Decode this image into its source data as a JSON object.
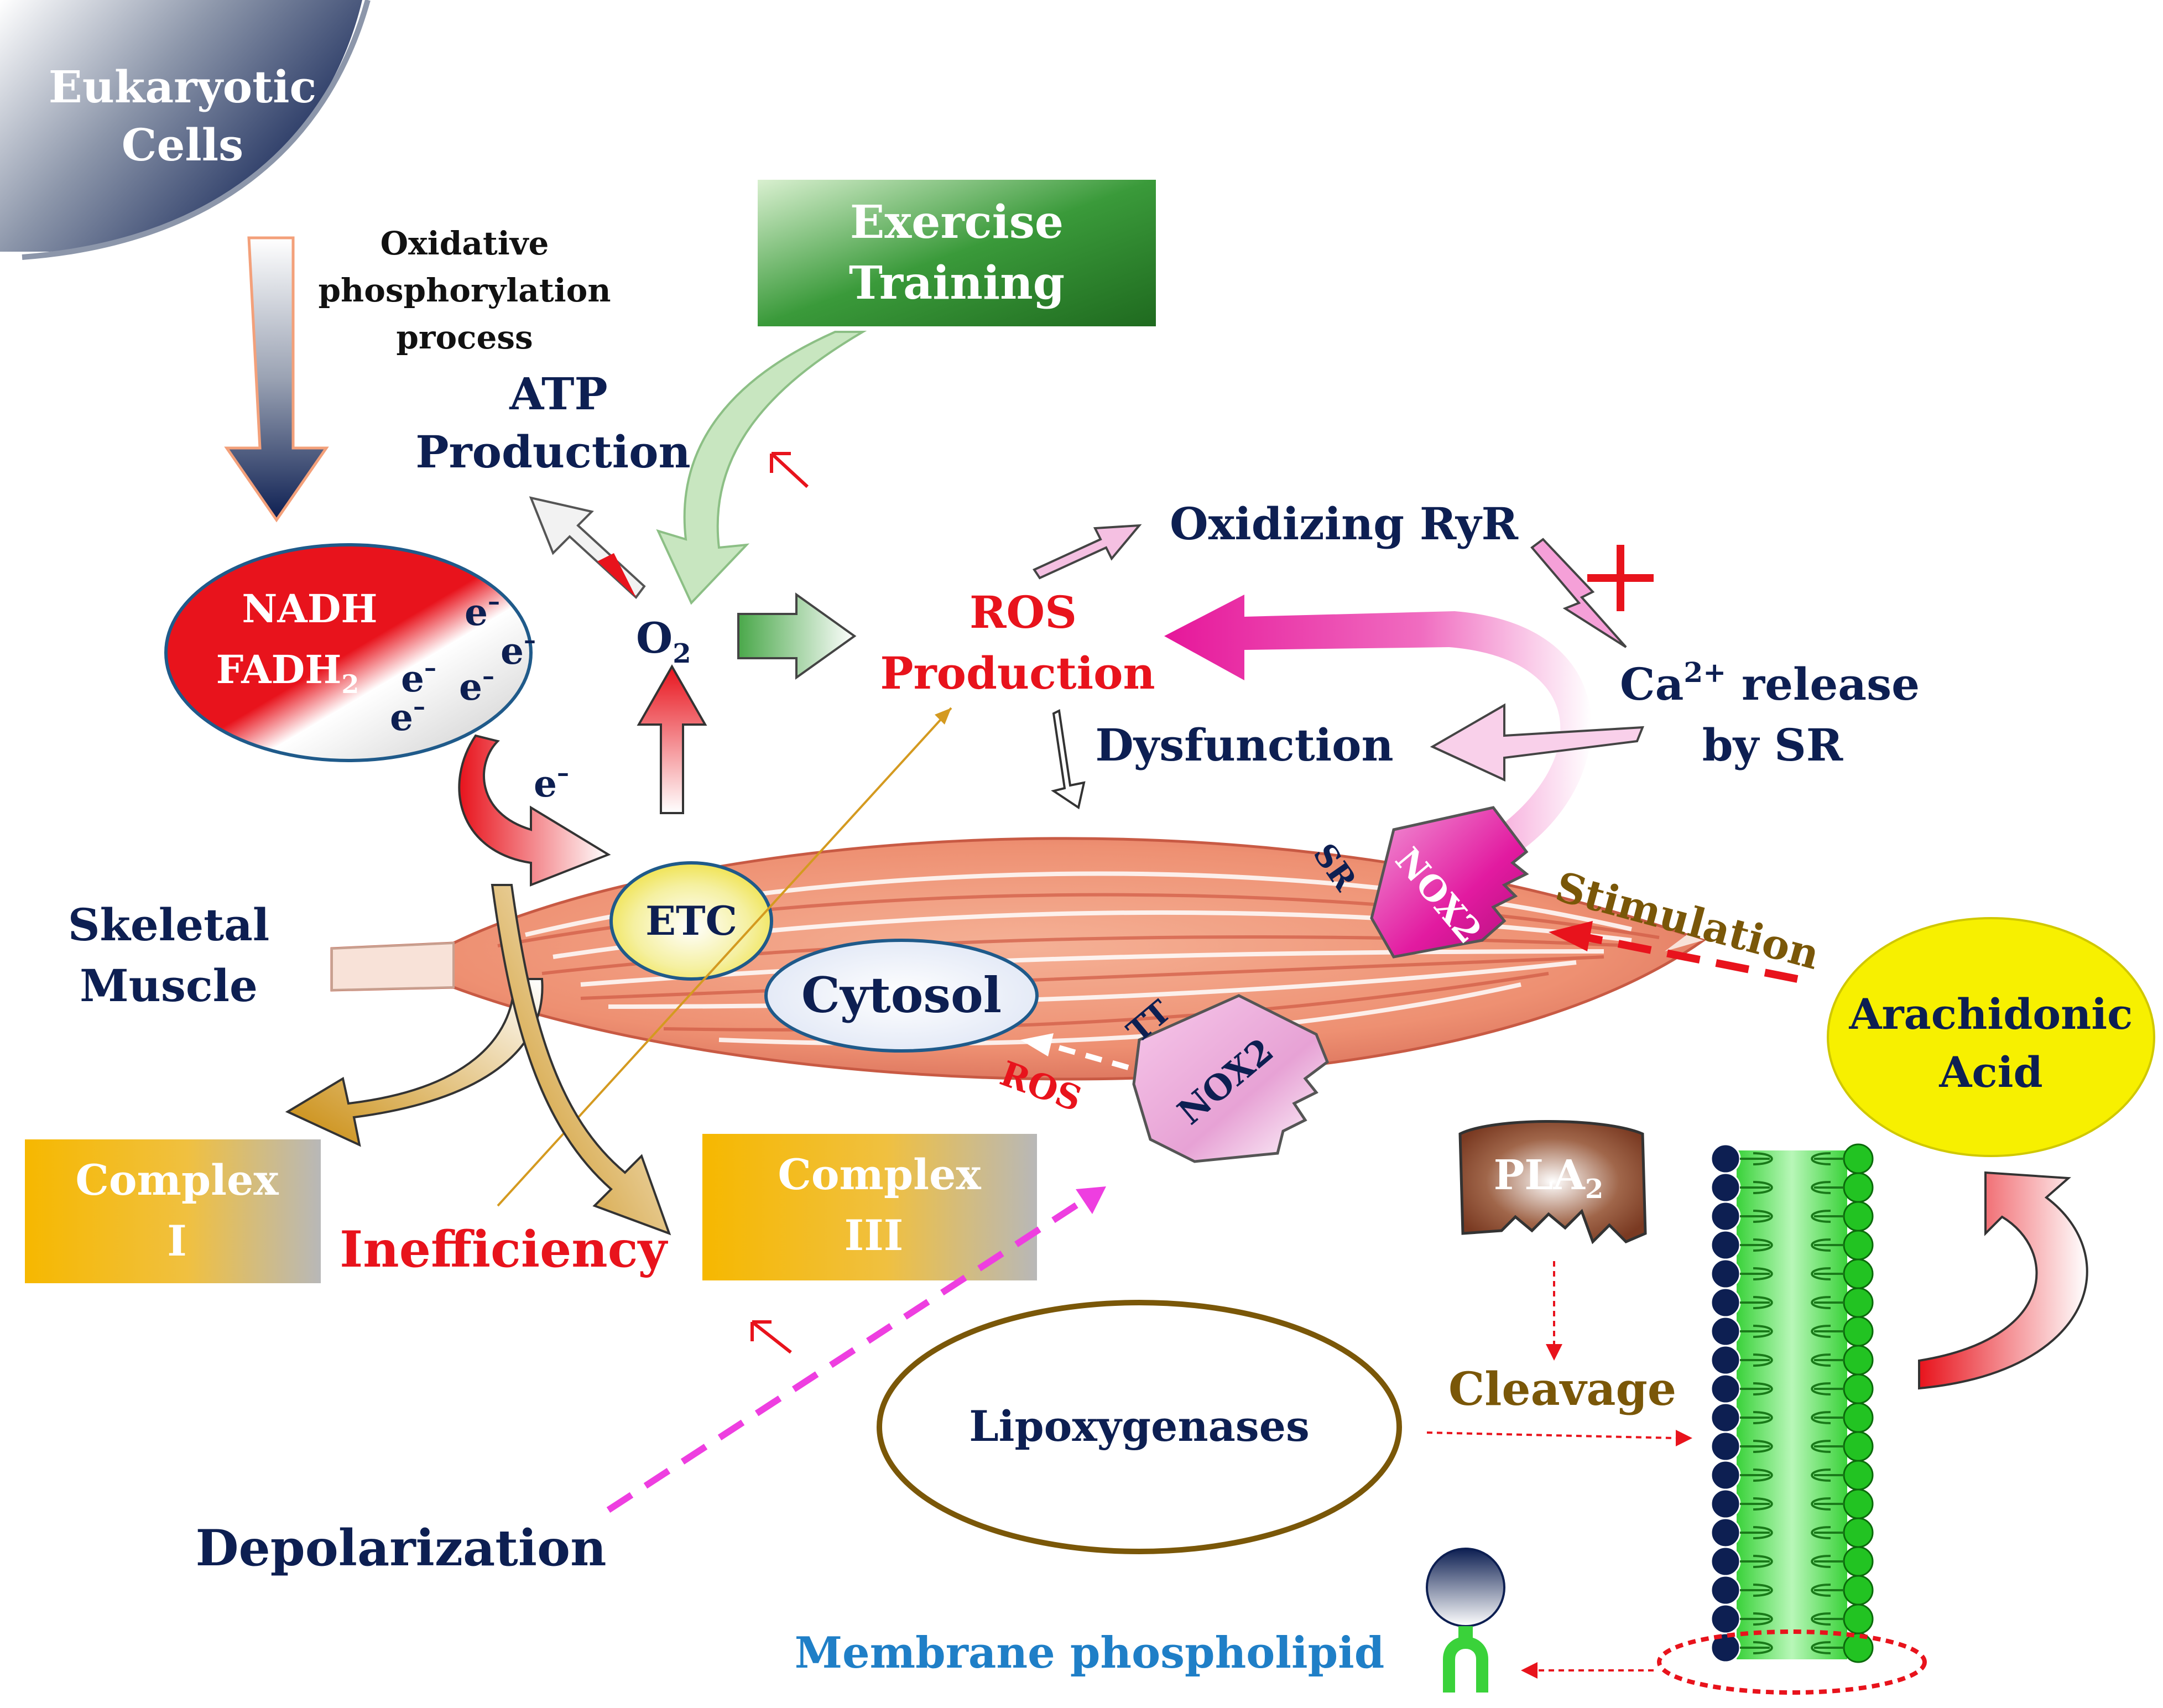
{
  "labels": {
    "eukaryotic_cells_1": "Eukaryotic",
    "eukaryotic_cells_2": "Cells",
    "oxphos_1": "Oxidative",
    "oxphos_2": "phosphorylation",
    "oxphos_3": "process",
    "exercise_1": "Exercise",
    "exercise_2": "Training",
    "atp_1": "ATP",
    "atp_2": "Production",
    "nadh": "NADH",
    "fadh": "FADH",
    "fadh_sub": "2",
    "electron": "e",
    "electron_sup": "–",
    "o2": "O",
    "o2_sub": "2",
    "ros_prod_1": "ROS",
    "ros_prod_2": "Production",
    "oxidizing_ryr": "Oxidizing RyR",
    "ca_release_1": "Ca",
    "ca_release_sup": "2+",
    "ca_release_1b": " release",
    "ca_release_2": "by SR",
    "dysfunction": "Dysfunction",
    "skeletal_1": "Skeletal",
    "skeletal_2": "Muscle",
    "etc": "ETC",
    "cytosol": "Cytosol",
    "sr": "SR",
    "tt": "TT",
    "nox2": "NOX2",
    "ros_small": "ROS",
    "stimulation": "Stimulation",
    "arachidonic_1": "Arachidonic",
    "arachidonic_2": "Acid",
    "complex_i_1": "Complex",
    "complex_i_2": "I",
    "complex_iii_1": "Complex",
    "complex_iii_2": "III",
    "inefficiency": "Inefficiency",
    "pla": "PLA",
    "pla_sub": "2",
    "cleavage": "Cleavage",
    "lipoxygenases": "Lipoxygenases",
    "depolarization": "Depolarization",
    "membrane_phospholipid": "Membrane phospholipid"
  },
  "colors": {
    "navy": "#0d1f52",
    "red": "#e8131c",
    "brown": "#7a5708",
    "magenta": "#e6169a",
    "green": "#2e8b2e",
    "gold": "#c98a0a",
    "muscle": "#ef9b7a",
    "yellow": "#f5f000",
    "blue_text": "#1f7fc7"
  }
}
